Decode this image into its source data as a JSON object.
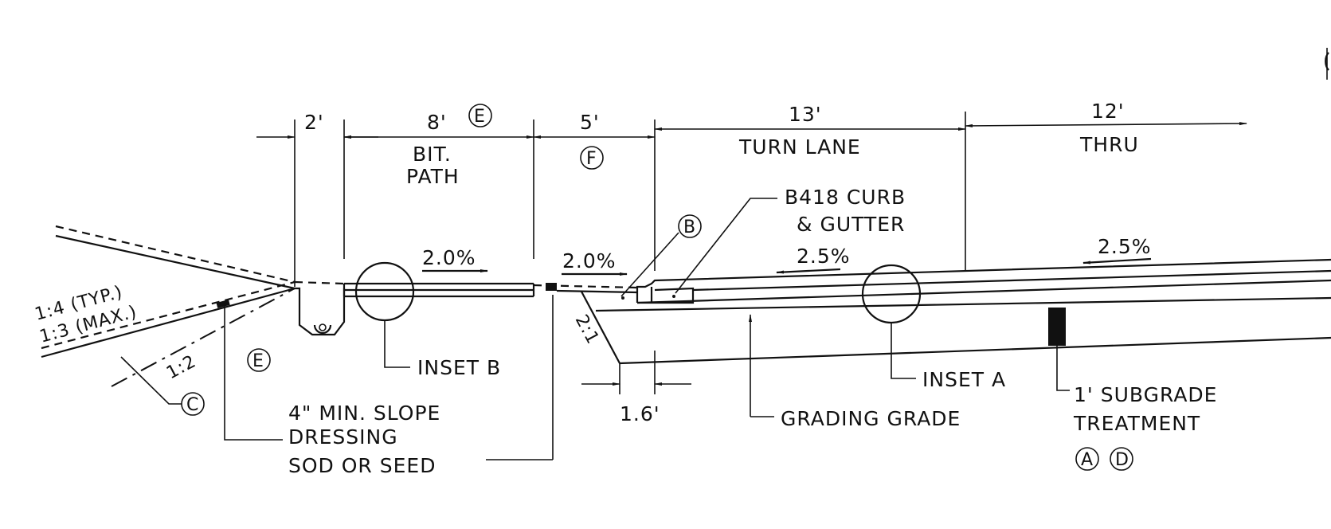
{
  "widths": {
    "shoulder": "2'",
    "path": "8'",
    "buffer": "5'",
    "turn_lane": "13'",
    "thru": "12'"
  },
  "lane_labels": {
    "path_line1": "BIT.",
    "path_line2": "PATH",
    "turn_lane": "TURN LANE",
    "thru": "THRU"
  },
  "slopes": {
    "path": "2.0%",
    "buffer": "2.0%",
    "turn_lane": "2.5%",
    "thru": "2.5%",
    "typ": "1:4 (TYP.)",
    "max": "1:3 (MAX.)",
    "backslope": "1:2",
    "fill_slope": "2:1"
  },
  "callouts": {
    "curb_line1": "B418 CURB",
    "curb_line2": "& GUTTER",
    "inset_b": "INSET B",
    "inset_a": "INSET A",
    "grading_grade": "GRADING GRADE",
    "subgrade_line1": "1' SUBGRADE",
    "subgrade_line2": "TREATMENT",
    "slope_dressing_line1": "4\"  MIN. SLOPE",
    "slope_dressing_line2": "DRESSING",
    "slope_dressing_line3": "SOD OR SEED",
    "curb_offset": "1.6'"
  },
  "notes": {
    "a": "A",
    "b": "B",
    "c": "C",
    "d": "D",
    "e": "E",
    "f": "F"
  }
}
